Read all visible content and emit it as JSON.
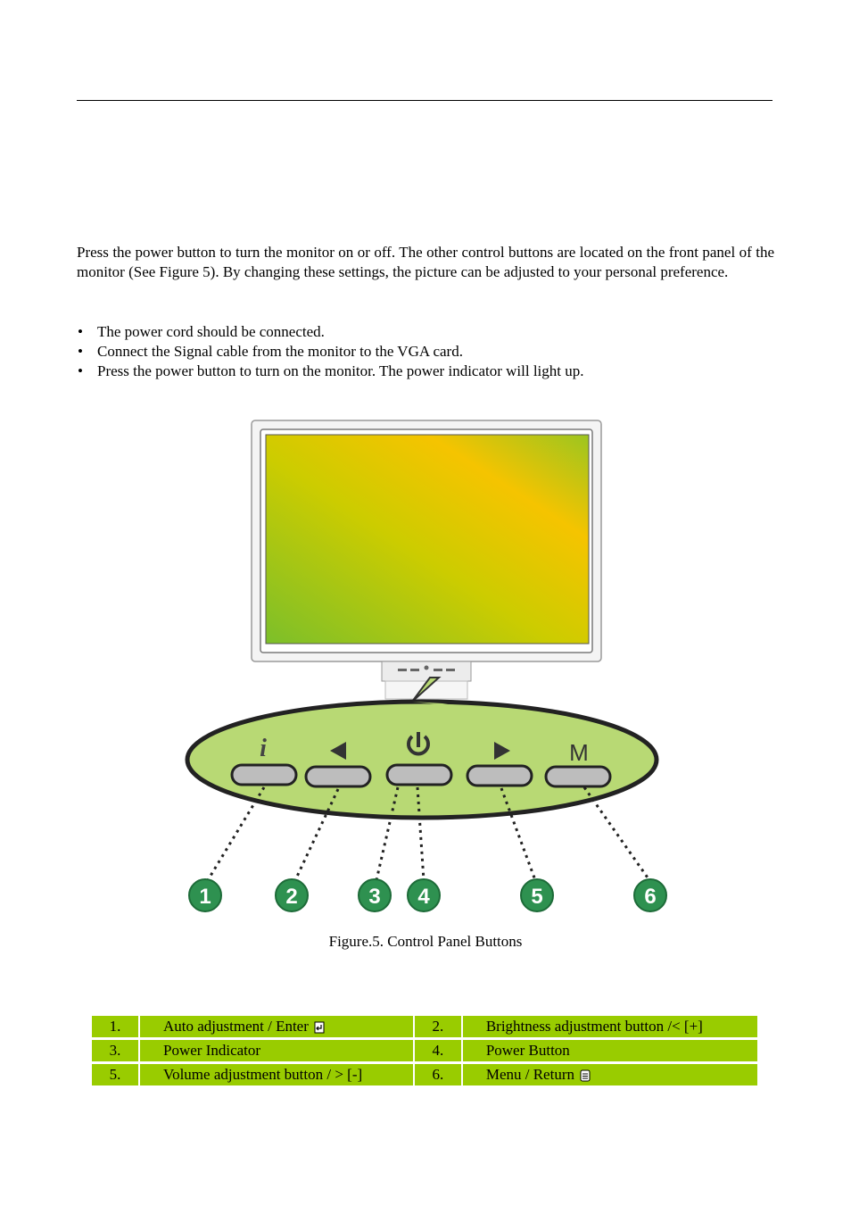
{
  "intro": "Press the power button to turn the monitor on or off. The other control buttons are located on the front panel of the monitor (See Figure 5). By changing these settings, the picture can be adjusted to your personal preference.",
  "bullets": [
    "The power cord should be connected.",
    "Connect the Signal cable from the monitor to the VGA card.",
    "Press the power button to turn on the monitor. The power indicator will light up."
  ],
  "figure": {
    "button_labels": [
      "i",
      "M"
    ],
    "callouts": [
      "1",
      "2",
      "3",
      "4",
      "5",
      "6"
    ],
    "caption": "Figure.5. Control Panel Buttons",
    "colors": {
      "panel": "#b8d974",
      "callout": "#2e9150",
      "screen_a": "#7cbf2a",
      "screen_b": "#f5c400"
    }
  },
  "table": {
    "rows": [
      [
        {
          "n": "1.",
          "label": "Auto adjustment / Enter",
          "icon": "enter-icon"
        },
        {
          "n": "2.",
          "label": "Brightness adjustment button /< [+]"
        }
      ],
      [
        {
          "n": "3.",
          "label": "Power Indicator"
        },
        {
          "n": "4.",
          "label": "Power Button"
        }
      ],
      [
        {
          "n": "5.",
          "label": "Volume adjustment button / > [-]"
        },
        {
          "n": "6.",
          "label": "Menu / Return",
          "icon": "menu-icon"
        }
      ]
    ]
  }
}
